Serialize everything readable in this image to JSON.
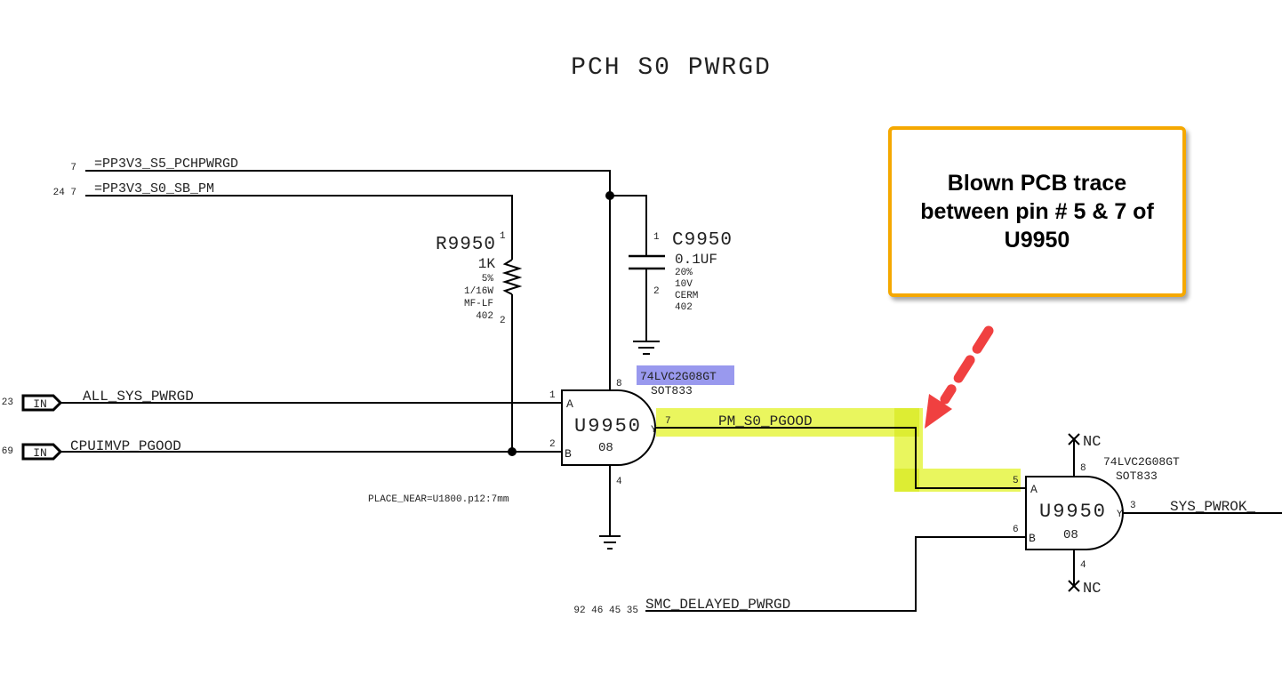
{
  "title": "PCH S0 PWRGD",
  "rails": [
    {
      "name": "=PP3V3_S5_PCHPWRGD",
      "refs": "7"
    },
    {
      "name": "=PP3V3_S0_SB_PM",
      "refs": "24 7"
    }
  ],
  "inputs": [
    {
      "name": "ALL_SYS_PWRGD",
      "refs": "23",
      "port": "IN"
    },
    {
      "name": "CPUIMVP_PGOOD",
      "refs": "69",
      "port": "IN"
    }
  ],
  "resistor": {
    "ref": "R9950",
    "value": "1K",
    "tolerance": "5%",
    "power": "1/16W",
    "type": "MF-LF",
    "package": "402",
    "pin1": "1",
    "pin2": "2"
  },
  "capacitor": {
    "ref": "C9950",
    "value": "0.1UF",
    "tolerance": "20%",
    "voltage": "10V",
    "type": "CERM",
    "package": "402",
    "pin1": "1",
    "pin2": "2"
  },
  "gate1": {
    "ref": "U9950",
    "suffix": "08",
    "part": "74LVC2G08GT",
    "package": "SOT833",
    "pin_a": "1",
    "pin_b": "2",
    "pin_y": "7",
    "pin_vcc": "8",
    "pin_gnd": "4",
    "label_a": "A",
    "label_b": "B",
    "label_y": "Y"
  },
  "gate2": {
    "ref": "U9950",
    "suffix": "08",
    "part": "74LVC2G08GT",
    "package": "SOT833",
    "pin_a": "5",
    "pin_b": "6",
    "pin_y": "3",
    "pin_top": "8",
    "pin_bottom": "4",
    "label_a": "A",
    "label_b": "B",
    "label_y": "Y",
    "nc": "NC"
  },
  "nets": {
    "pm_s0_pgood": "PM_S0_PGOOD",
    "sys_pwrok": "SYS_PWROK_",
    "smc_delayed": "SMC_DELAYED_PWRGD",
    "smc_refs": "92 46 45 35"
  },
  "placement_note": "PLACE_NEAR=U1800.p12:7mm",
  "callout": {
    "text": "Blown PCB trace between pin # 5 & 7 of U9950",
    "border_color": "#f5a800"
  },
  "colors": {
    "highlight": "#e6f542",
    "part_highlight": "#9999ee",
    "arrow": "#f04040"
  }
}
